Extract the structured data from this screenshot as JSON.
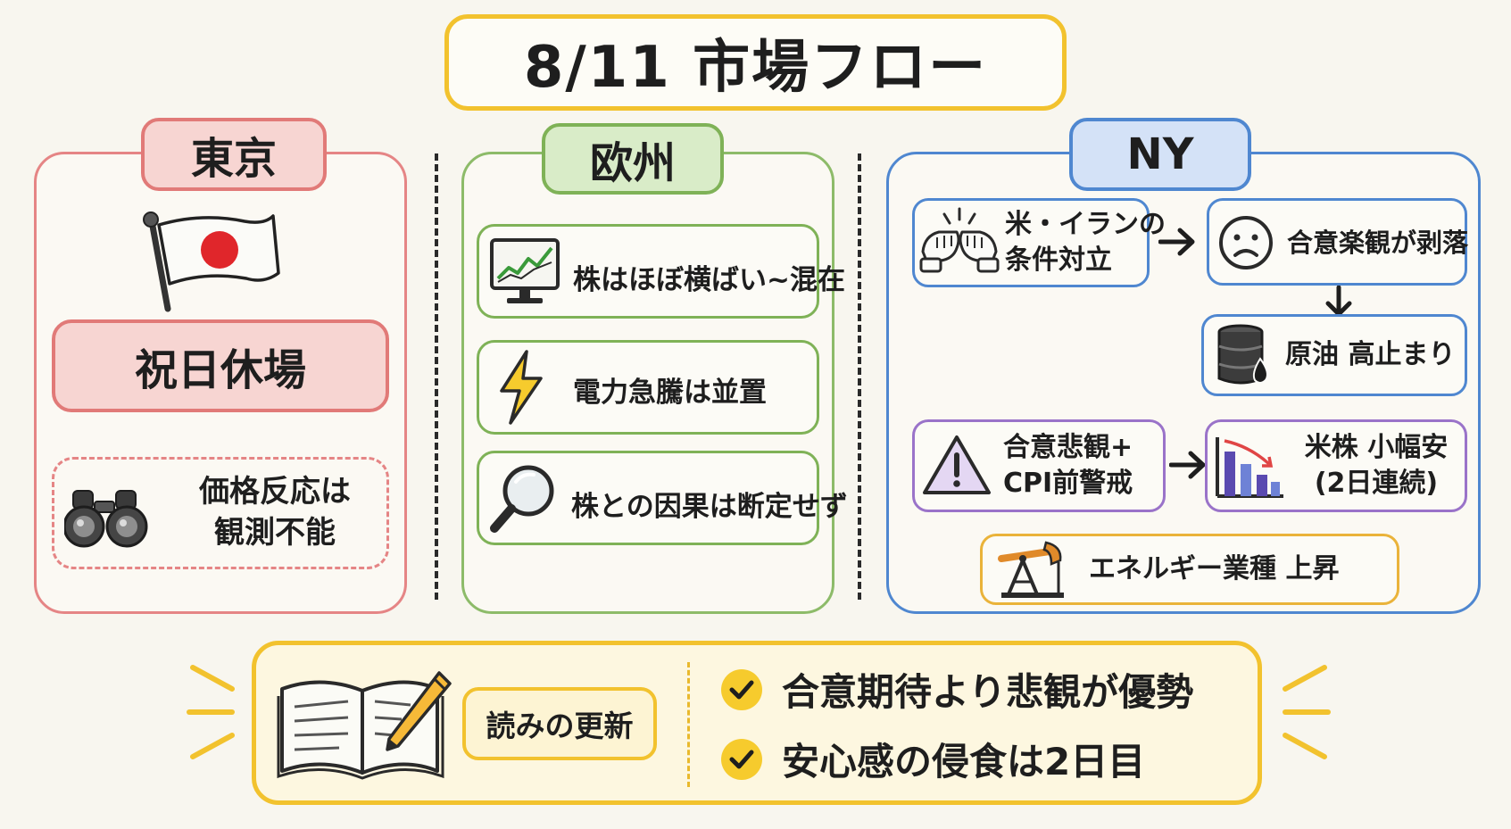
{
  "title": "8/11 市場フロー",
  "tokyo": {
    "tab": "東京",
    "holiday": "祝日休場",
    "note_line1": "価格反応は",
    "note_line2": "観測不能"
  },
  "europe": {
    "tab": "欧州",
    "items": [
      "株はほぼ横ばい~混在",
      "電力急騰は並置",
      "株との因果は断定せず"
    ]
  },
  "ny": {
    "tab": "NY",
    "conflict_line1": "米・イランの",
    "conflict_line2": "条件対立",
    "optimism_fade": "合意楽観が剥落",
    "oil": "原油 高止まり",
    "caution_line1": "合意悲観+",
    "caution_line2": "CPI前警戒",
    "stocks_line1": "米株 小幅安",
    "stocks_line2": "(2日連続)",
    "energy": "エネルギー業種 上昇"
  },
  "summary": {
    "label": "読みの更新",
    "points": [
      "合意期待より悲観が優勢",
      "安心感の侵食は2日目"
    ]
  },
  "colors": {
    "tokyo": "#e17a78",
    "europe": "#7fb257",
    "ny": "#4f87d0",
    "purple": "#9a73c9",
    "yellow": "#f2c22e"
  },
  "icons": [
    "japan-flag-icon",
    "binoculars-icon",
    "stock-monitor-icon",
    "lightning-icon",
    "magnifier-icon",
    "fist-bump-icon",
    "sad-face-icon",
    "oil-barrel-icon",
    "warning-icon",
    "falling-bars-icon",
    "oil-pump-icon",
    "open-book-pencil-icon",
    "checkmark-icon"
  ]
}
